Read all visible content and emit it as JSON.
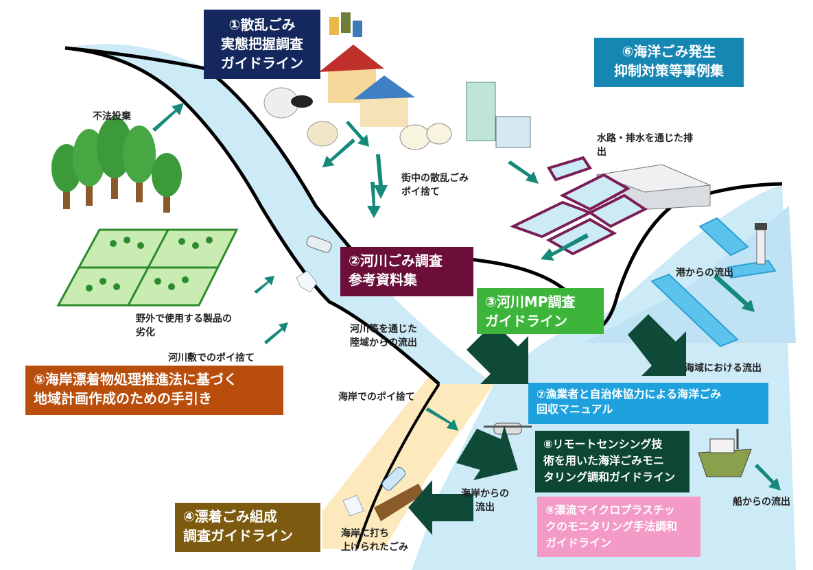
{
  "colors": {
    "navy": "#14285e",
    "teal_blue": "#1686b3",
    "maroon": "#6b0f3a",
    "green": "#3cb53a",
    "rust": "#b94d0c",
    "sky": "#1fa1de",
    "dark_green": "#0d4733",
    "brown": "#7c5b10",
    "pink": "#f39ac7",
    "arrow_teal": "#168a7a",
    "arrow_dark": "#0e4a37",
    "water": "#cdeaf7",
    "sand": "#fbe3a6"
  },
  "guides": {
    "g1": {
      "line1": "①散乱ごみ",
      "line2": "実態把握調査",
      "line3": "ガイドライン"
    },
    "g2": {
      "line1": "②河川ごみ調査",
      "line2": "参考資料集"
    },
    "g3": {
      "line1": "③河川MP調査",
      "line2": "ガイドライン"
    },
    "g4": {
      "line1": "④漂着ごみ組成",
      "line2": "調査ガイドライン"
    },
    "g5": {
      "line1": "⑤海岸漂着物処理推進法に基づく",
      "line2": "地域計画作成のための手引き"
    },
    "g6": {
      "line1": "⑥海洋ごみ発生",
      "line2": "抑制対策等事例集"
    },
    "g7": {
      "line1": "⑦漁業者と自治体協力による海洋ごみ",
      "line2": "回収マニュアル"
    },
    "g8": {
      "line1": "⑧リモートセンシング技",
      "line2": "術を用いた海洋ごみモニ",
      "line3": "タリング調和ガイドライン"
    },
    "g9": {
      "line1": "⑨漂流マイクロプラスチッ",
      "line2": "クのモニタリング手法調和",
      "line3": "ガイドライン"
    }
  },
  "labels": {
    "illegal_dumping": "不法投棄",
    "street_litter": {
      "line1": "街中の散乱ごみ",
      "line2": "ポイ捨て"
    },
    "waterway": {
      "line1": "水路・排水を通じた排",
      "line2": "出"
    },
    "port_outflow": "港からの流出",
    "product_degradation": {
      "line1": "野外で使用する製品の",
      "line2": "劣化"
    },
    "riverbed_litter": "河川敷でのポイ捨て",
    "land_outflow": {
      "line1": "河川等を通じた",
      "line2": "陸域からの流出"
    },
    "sea_outflow": "海域における流出",
    "beach_litter": "海岸でのポイ捨て",
    "beach_outflow": {
      "line1": "海岸からの",
      "line2": "流出"
    },
    "washed_up": {
      "line1": "海岸に打ち",
      "line2": "上げられたごみ"
    },
    "ship_outflow": "船からの流出"
  }
}
